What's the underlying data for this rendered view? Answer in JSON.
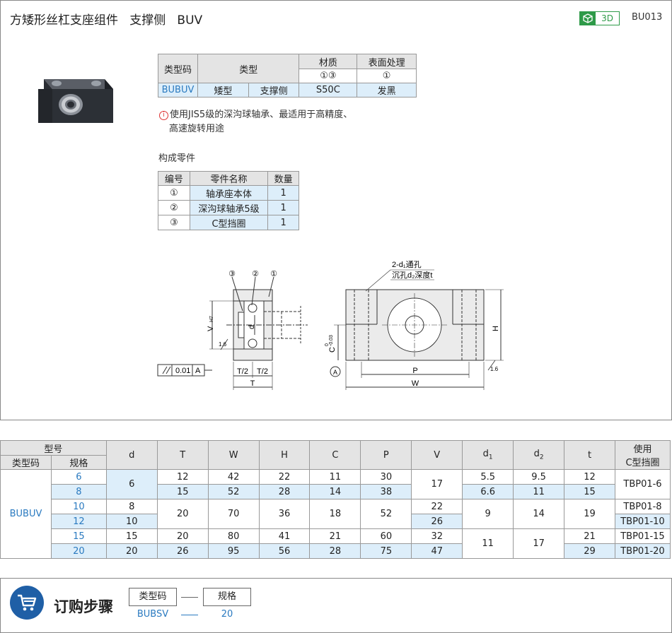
{
  "header": {
    "title": "方矮形丝杠支座组件   支撑侧   BUV",
    "badge_3d": "3D",
    "code": "BU013"
  },
  "type_table": {
    "h_typecode": "类型码",
    "h_type": "类型",
    "h_material": "材质",
    "h_surface": "表面处理",
    "material_ref": "①③",
    "surface_ref": "①",
    "typecode": "BUBUV",
    "type1": "矮型",
    "type2": "支撑侧",
    "material": "S50C",
    "surface": "发黑"
  },
  "note": {
    "line1": "使用JIS5级的深沟球轴承、最适用于高精度、",
    "line2": "高速旋转用途"
  },
  "parts": {
    "title": "构成零件",
    "h_no": "编号",
    "h_name": "零件名称",
    "h_qty": "数量",
    "rows": [
      {
        "no": "①",
        "name": "轴承座本体",
        "qty": "1"
      },
      {
        "no": "②",
        "name": "深沟球轴承5级",
        "qty": "1"
      },
      {
        "no": "③",
        "name": "C型挡圈",
        "qty": "1"
      }
    ]
  },
  "drawing": {
    "c1": "③",
    "c2": "②",
    "c3": "①",
    "v": "V",
    "h7": "H7",
    "d": "d",
    "r16": "1.6",
    "r16b": "1.6",
    "tol": "0.01",
    "datum": "A",
    "t2a": "T/2",
    "t2b": "T/2",
    "t": "T",
    "hole1": "2-d₁通孔",
    "hole2": "沉孔d₂深度t",
    "c": "C",
    "c0": "0",
    "c003": "-0.03",
    "h": "H",
    "p": "P",
    "w": "W",
    "a": "A"
  },
  "spec_table": {
    "h_model": "型号",
    "h_typecode": "类型码",
    "h_spec": "规格",
    "h_d": "d",
    "h_T": "T",
    "h_W": "W",
    "h_H": "H",
    "h_C": "C",
    "h_P": "P",
    "h_V": "V",
    "h_d1": "d",
    "h_d1_sub": "1",
    "h_d2": "d",
    "h_d2_sub": "2",
    "h_t": "t",
    "h_use1": "使用",
    "h_use2": "C型挡圈",
    "typecode": "BUBUV",
    "specs": [
      "6",
      "8",
      "10",
      "12",
      "15",
      "20"
    ],
    "d": [
      "6",
      "8",
      "10",
      "15",
      "20"
    ],
    "T": [
      "12",
      "15",
      "20",
      "20",
      "26"
    ],
    "W": [
      "42",
      "52",
      "70",
      "80",
      "95"
    ],
    "H": [
      "22",
      "28",
      "36",
      "41",
      "56"
    ],
    "C": [
      "11",
      "14",
      "18",
      "21",
      "28"
    ],
    "P": [
      "30",
      "38",
      "52",
      "60",
      "75"
    ],
    "V": [
      "17",
      "22",
      "26",
      "32",
      "47"
    ],
    "d1": [
      "5.5",
      "6.6",
      "9",
      "11"
    ],
    "d2": [
      "9.5",
      "11",
      "14",
      "17"
    ],
    "t": [
      "12",
      "15",
      "19",
      "21",
      "29"
    ],
    "use": [
      "TBP01-6",
      "TBP01-8",
      "TBP01-10",
      "TBP01-15",
      "TBP01-20"
    ]
  },
  "order": {
    "title": "订购步骤",
    "box1": "类型码",
    "box2": "规格",
    "val1": "BUBSV",
    "val2": "20"
  }
}
